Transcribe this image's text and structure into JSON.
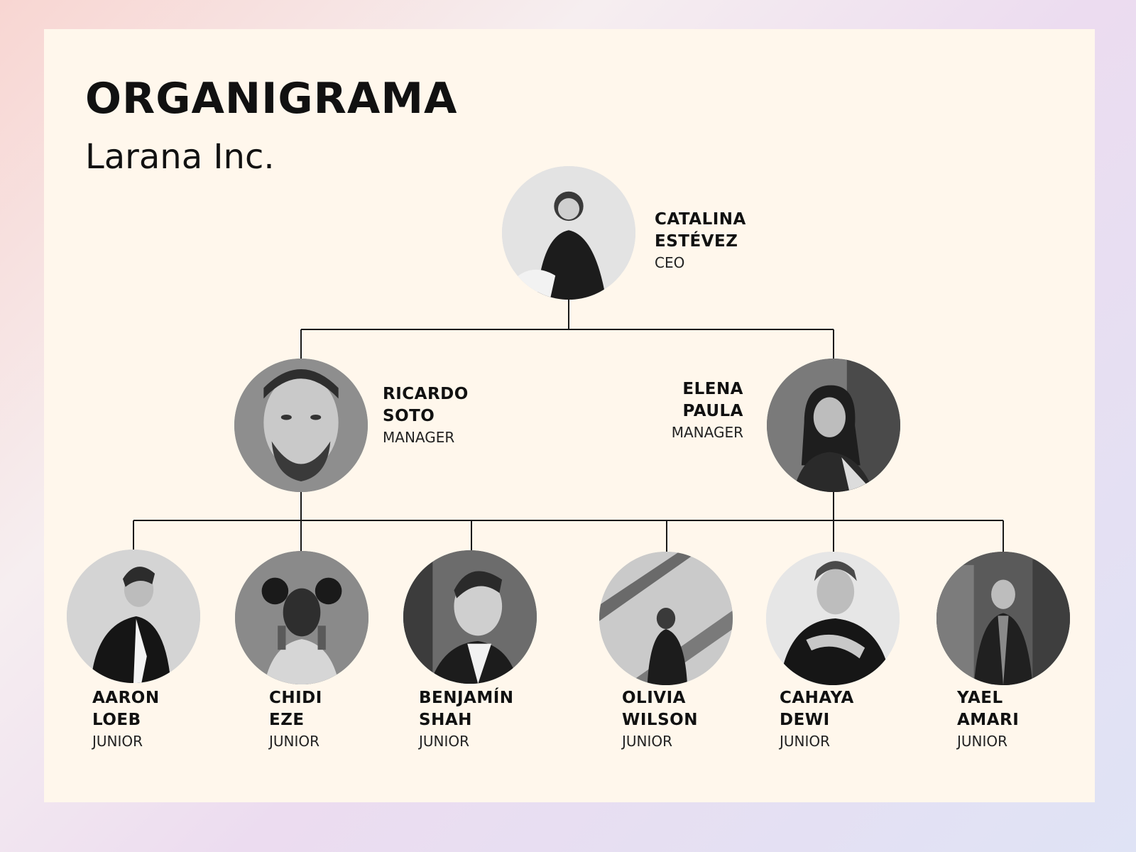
{
  "title": "ORGANIGRAMA",
  "subtitle": "Larana Inc.",
  "people": {
    "ceo": {
      "first": "CATALINA",
      "last": "ESTÉVEZ",
      "role": "CEO",
      "photo_tone": "#d9d9d9"
    },
    "m1": {
      "first": "RICARDO",
      "last": "SOTO",
      "role": "MANAGER",
      "photo_tone": "#9a9a9a"
    },
    "m2": {
      "first": "ELENA",
      "last": "PAULA",
      "role": "MANAGER",
      "photo_tone": "#6e6e6e"
    },
    "j1": {
      "first": "AARON",
      "last": "LOEB",
      "role": "JUNIOR",
      "photo_tone": "#d0d0d0"
    },
    "j2": {
      "first": "CHIDI",
      "last": "EZE",
      "role": "JUNIOR",
      "photo_tone": "#8c8c8c"
    },
    "j3": {
      "first": "BENJAMÍN",
      "last": "SHAH",
      "role": "JUNIOR",
      "photo_tone": "#7a7a7a"
    },
    "j4": {
      "first": "OLIVIA",
      "last": "WILSON",
      "role": "JUNIOR",
      "photo_tone": "#c4c4c4"
    },
    "j5": {
      "first": "CAHAYA",
      "last": "DEWI",
      "role": "JUNIOR",
      "photo_tone": "#e2e2e2"
    },
    "j6": {
      "first": "YAEL",
      "last": "AMARI",
      "role": "JUNIOR",
      "photo_tone": "#5c5c5c"
    }
  },
  "colors": {
    "card_bg": "#fff7ec",
    "line": "#1a1a1a",
    "text": "#111111"
  }
}
